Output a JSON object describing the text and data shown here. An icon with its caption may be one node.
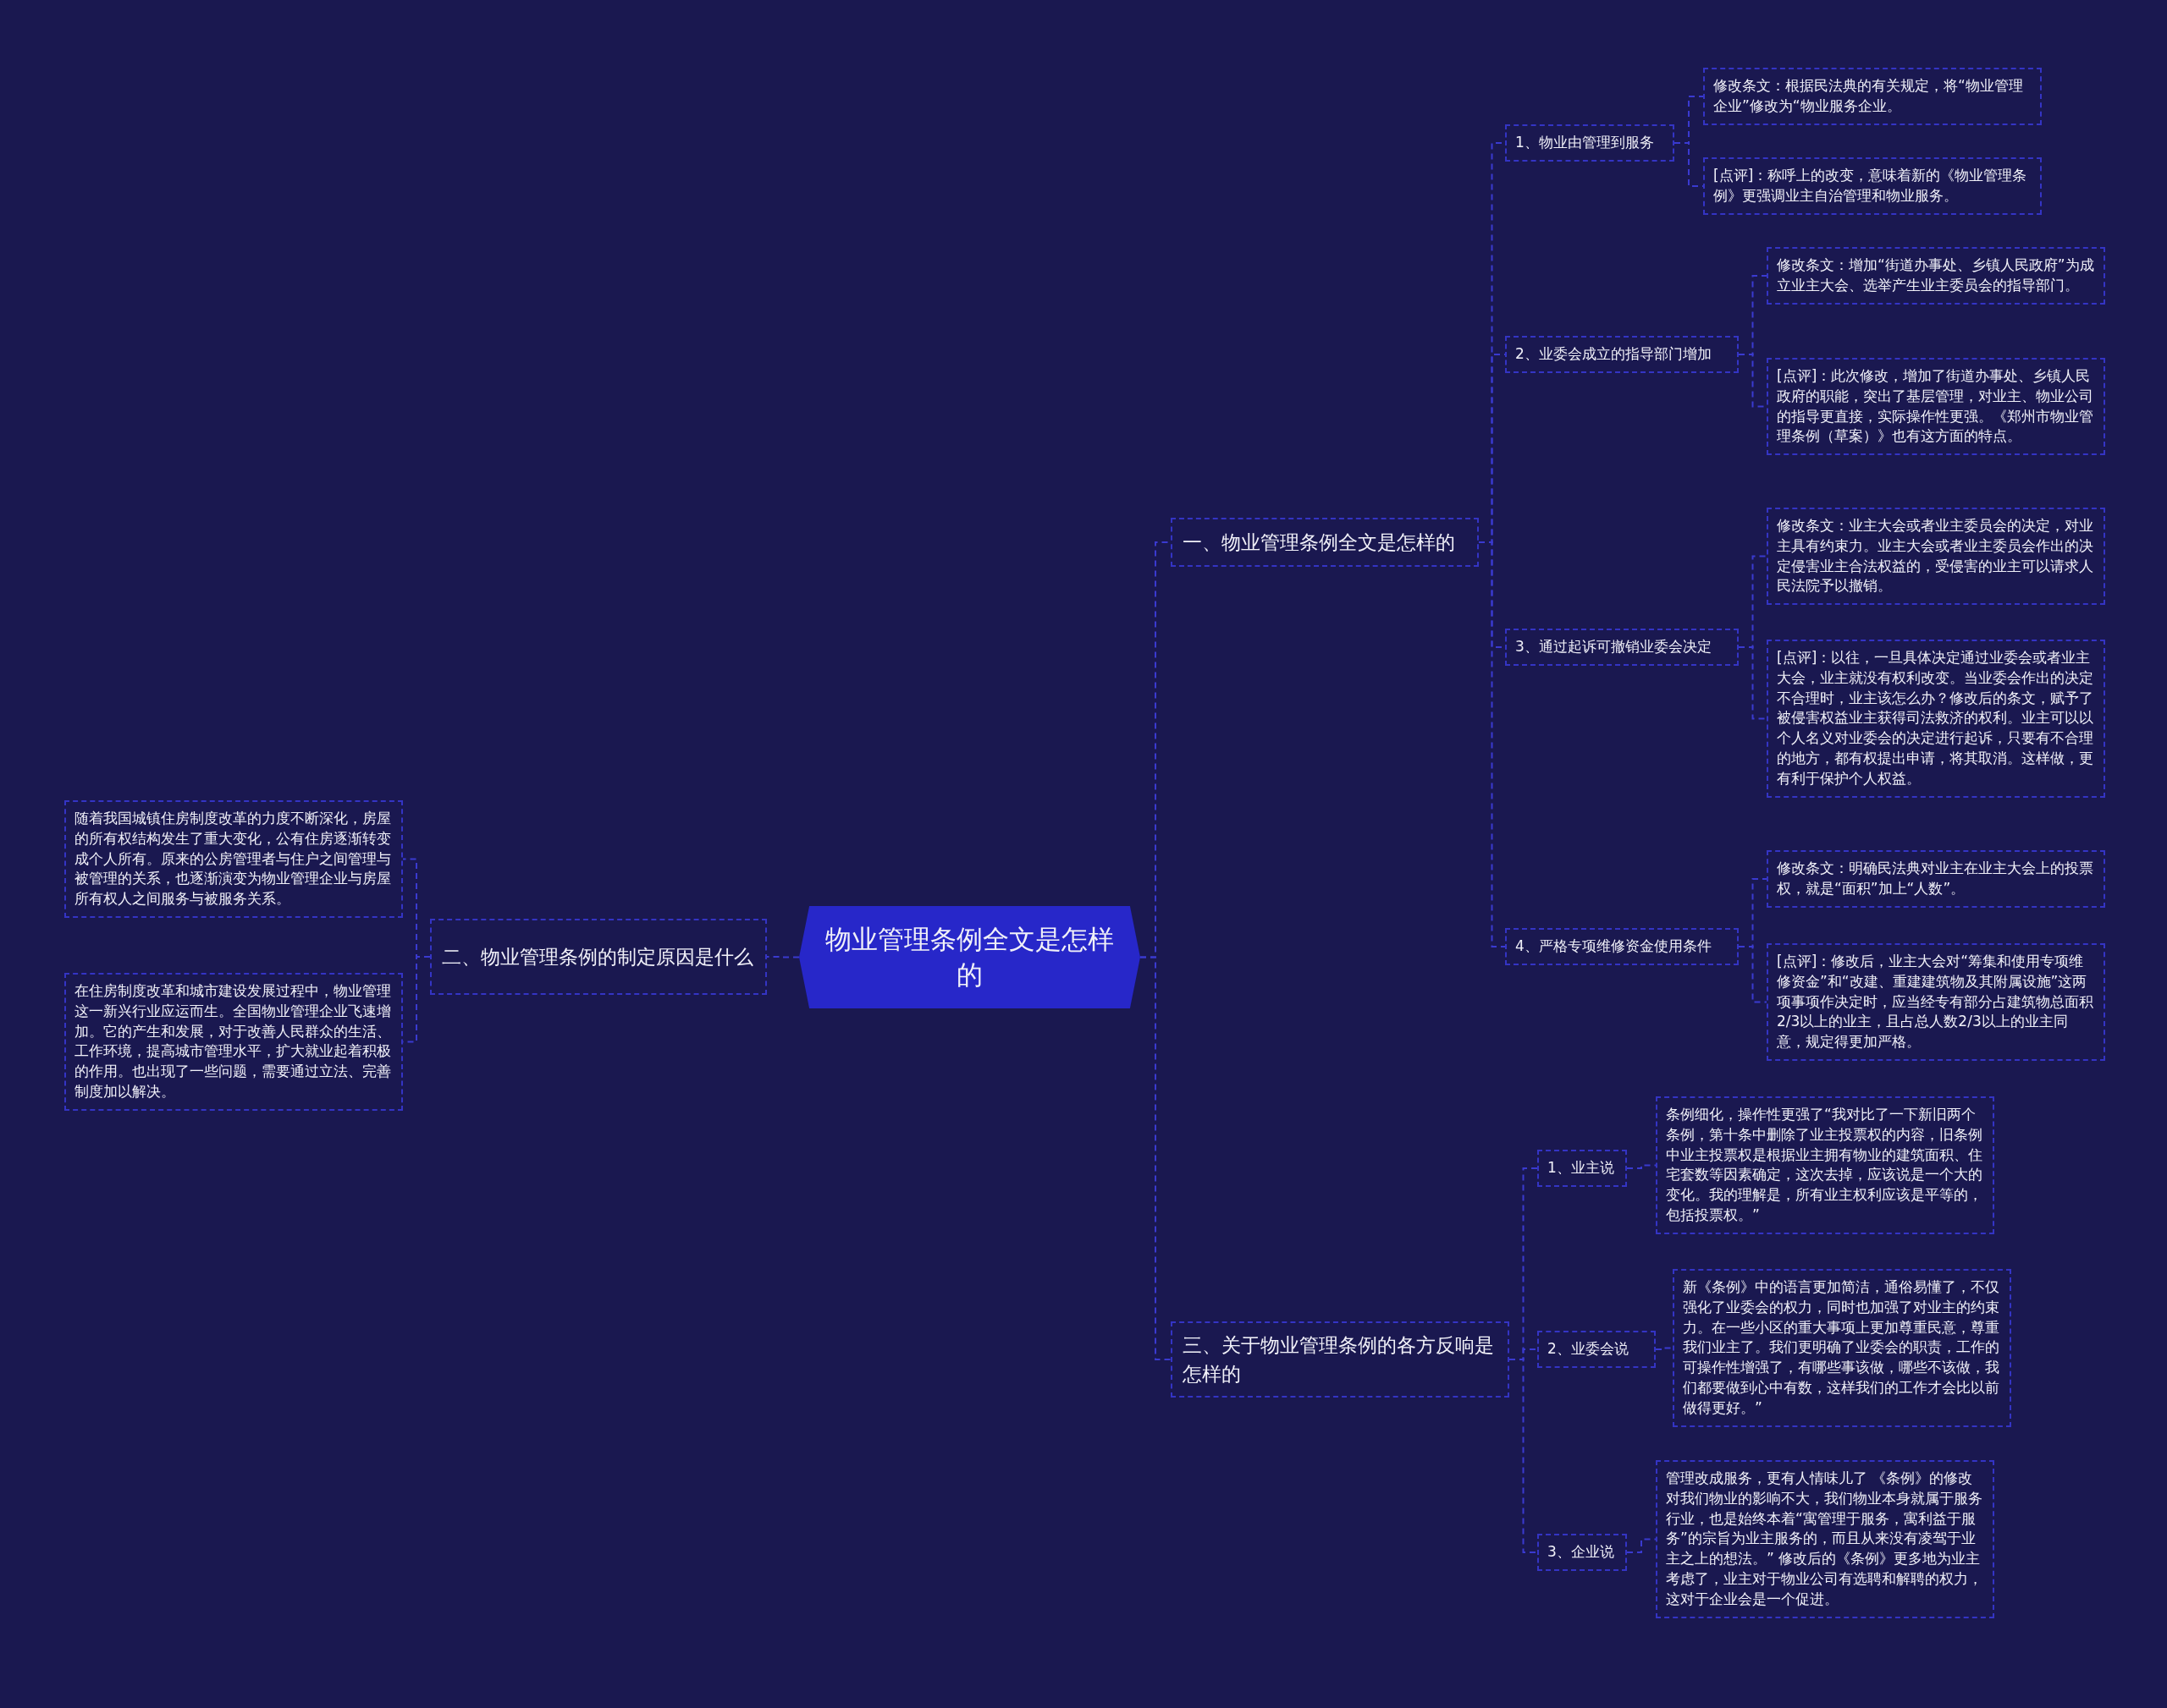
{
  "diagram": {
    "nodes": [
      {
        "text": [
          "物业管理条例全文是怎样的"
        ]
      },
      {
        "text": [
          "一、物业管理条例全文是怎样的"
        ]
      },
      {
        "text": [
          "1、物业由管理到服务"
        ]
      },
      {
        "text": [
          "修改条文：根据民法典的有关规定，将“物业管理企业”修改为“物业服务企业。"
        ]
      },
      {
        "text": [
          "[点评]：称呼上的改变，意味着新的《物业管理条例》更强调业主自治管理和物业服务。"
        ]
      },
      {
        "text": [
          "2、业委会成立的指导部门增加"
        ]
      },
      {
        "text": [
          "修改条文：增加“街道办事处、乡镇人民政府”为成立业主大会、选举产生业主委员会的指导部门。"
        ]
      },
      {
        "text": [
          "[点评]：此次修改，增加了街道办事处、乡镇人民政府的职能，突出了基层管理，对业主、物业公司的指导更直接，实际操作性更强。《郑州市物业管理条例（草案）》也有这方面的特点。"
        ]
      },
      {
        "text": [
          "3、通过起诉可撤销业委会决定"
        ]
      },
      {
        "text": [
          "修改条文：业主大会或者业主委员会的决定，对业主具有约束力。业主大会或者业主委员会作出的决定侵害业主合法权益的，受侵害的业主可以请求人民法院予以撤销。"
        ]
      },
      {
        "text": [
          "[点评]：以往，一旦具体决定通过业委会或者业主大会，业主就没有权利改变。当业委会作出的决定不合理时，业主该怎么办？修改后的条文，赋予了被侵害权益业主获得司法救济的权利。业主可以以个人名义对业委会的决定进行起诉，只要有不合理的地方，都有权提出申请，将其取消。这样做，更有利于保护个人权益。"
        ]
      },
      {
        "text": [
          "4、严格专项维修资金使用条件"
        ]
      },
      {
        "text": [
          "修改条文：明确民法典对业主在业主大会上的投票权，就是“面积”加上“人数”。"
        ]
      },
      {
        "text": [
          "[点评]：修改后，业主大会对“筹集和使用专项维修资金”和“改建、重建建筑物及其附属设施”这两项事项作决定时，应当经专有部分占建筑物总面积2/3以上的业主，且占总人数2/3以上的业主同意，规定得更加严格。"
        ]
      },
      {
        "text": [
          "二、物业管理条例的制定原因是什么"
        ]
      },
      {
        "text": [
          "随着我国城镇住房制度改革的力度不断深化，房屋的所有权结构发生了重大变化，公有住房逐渐转变成个人所有。原来的公房管理者与住户之间管理与被管理的关系，也逐渐演变为物业管理企业与房屋所有权人之间服务与被服务关系。"
        ]
      },
      {
        "text": [
          "在住房制度改革和城市建设发展过程中，物业管理这一新兴行业应运而生。全国物业管理企业飞速增加。它的产生和发展，对于改善人民群众的生活、工作环境，提高城市管理水平，扩大就业起着积极的作用。也出现了一些问题，需要通过立法、完善制度加以解决。"
        ]
      },
      {
        "text": [
          "三、关于物业管理条例的各方反响是怎样的"
        ]
      },
      {
        "text": [
          "1、业主说"
        ]
      },
      {
        "text": [
          "条例细化，操作性更强了“我对比了一下新旧两个条例，第十条中删除了业主投票权的内容，旧条例中业主投票权是根据业主拥有物业的建筑面积、住宅套数等因素确定，这次去掉，应该说是一个大的变化。我的理解是，所有业主权利应该是平等的，包括投票权。”"
        ]
      },
      {
        "text": [
          "2、业委会说"
        ]
      },
      {
        "text": [
          "新《条例》中的语言更加简洁，通俗易懂了，不仅强化了业委会的权力，同时也加强了对业主的约束力。在一些小区的重大事项上更加尊重民意，尊重我们业主了。我们更明确了业委会的职责，工作的可操作性增强了，有哪些事该做，哪些不该做，我们都要做到心中有数，这样我们的工作才会比以前做得更好。”"
        ]
      },
      {
        "text": [
          "3、企业说"
        ]
      },
      {
        "text": [
          "管理改成服务，更有人情味儿了 《条例》的修改对我们物业的影响不大，我们物业本身就属于服务行业，也是始终本着“寓管理于服务，寓利益于服务”的宗旨为业主服务的，而且从来没有凌驾于业主之上的想法。” 修改后的《条例》更多地为业主考虑了，业主对于物业公司有选聘和解聘的权力，这对于企业会是一个促进。"
        ]
      }
    ],
    "edges": [
      {
        "from": 0,
        "to": 1,
        "arrow": "none",
        "style": "dashed"
      },
      {
        "from": 1,
        "to": 2,
        "arrow": "none",
        "style": "dashed"
      },
      {
        "from": 2,
        "to": 3,
        "arrow": "none",
        "style": "dashed"
      },
      {
        "from": 2,
        "to": 4,
        "arrow": "none",
        "style": "dashed"
      },
      {
        "from": 1,
        "to": 5,
        "arrow": "none",
        "style": "dashed"
      },
      {
        "from": 5,
        "to": 6,
        "arrow": "none",
        "style": "dashed"
      },
      {
        "from": 5,
        "to": 7,
        "arrow": "none",
        "style": "dashed"
      },
      {
        "from": 1,
        "to": 8,
        "arrow": "none",
        "style": "dashed"
      },
      {
        "from": 8,
        "to": 9,
        "arrow": "none",
        "style": "dashed"
      },
      {
        "from": 8,
        "to": 10,
        "arrow": "none",
        "style": "dashed"
      },
      {
        "from": 1,
        "to": 11,
        "arrow": "none",
        "style": "dashed"
      },
      {
        "from": 11,
        "to": 12,
        "arrow": "none",
        "style": "dashed"
      },
      {
        "from": 11,
        "to": 13,
        "arrow": "none",
        "style": "dashed"
      },
      {
        "from": 0,
        "to": 14,
        "arrow": "none",
        "style": "dashed"
      },
      {
        "from": 14,
        "to": 15,
        "arrow": "none",
        "style": "dashed"
      },
      {
        "from": 14,
        "to": 16,
        "arrow": "none",
        "style": "dashed"
      },
      {
        "from": 0,
        "to": 17,
        "arrow": "none",
        "style": "dashed"
      },
      {
        "from": 17,
        "to": 18,
        "arrow": "none",
        "style": "dashed"
      },
      {
        "from": 18,
        "to": 19,
        "arrow": "none",
        "style": "dashed"
      },
      {
        "from": 17,
        "to": 20,
        "arrow": "none",
        "style": "dashed"
      },
      {
        "from": 20,
        "to": 21,
        "arrow": "none",
        "style": "dashed"
      },
      {
        "from": 17,
        "to": 22,
        "arrow": "none",
        "style": "dashed"
      },
      {
        "from": 22,
        "to": 23,
        "arrow": "none",
        "style": "dashed"
      }
    ]
  }
}
